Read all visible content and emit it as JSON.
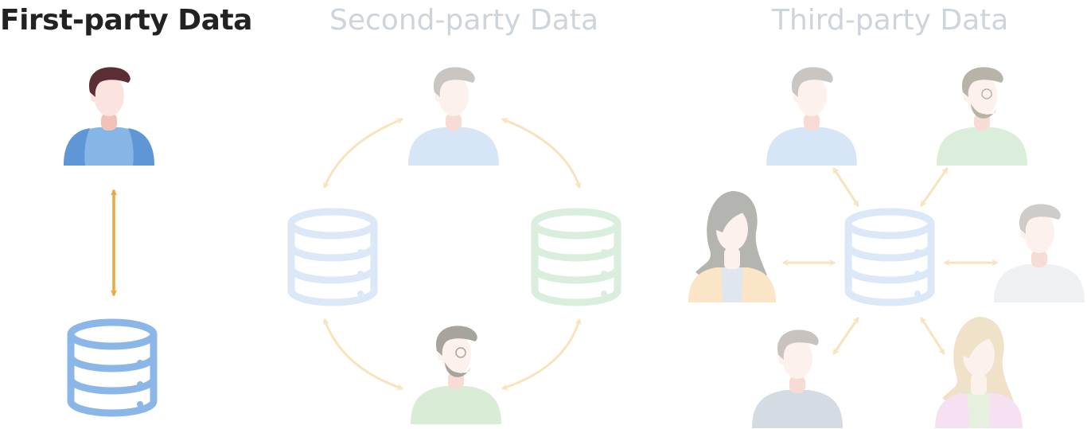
{
  "titles": {
    "first": "First-party Data",
    "second": "Second-party Data",
    "third": "Third-party Data"
  },
  "colors": {
    "active_title": "#222222",
    "faded_title": "#cdd4dc",
    "arrow_active": "#e9a83c",
    "arrow_faded": "#f8e3bd",
    "database_blue": "#8bb7e8",
    "database_blue_faded": "#dbe8f8",
    "database_green_faded": "#d9eedd",
    "person_blue": "#7aaee0",
    "person_green_faded": "#dbeedc",
    "person_gray_faded": "#d5dbe2"
  },
  "icons": {
    "person": "person-icon",
    "database": "database-icon",
    "arrow": "double-arrow-icon"
  }
}
